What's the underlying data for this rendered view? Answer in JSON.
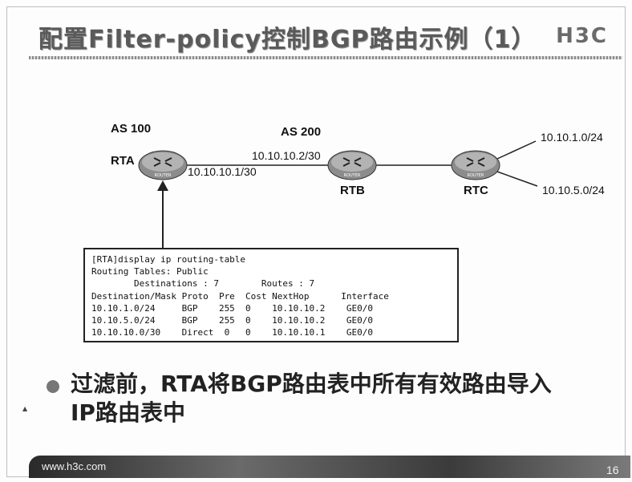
{
  "slide": {
    "title": "配置Filter-policy控制BGP路由示例（1）",
    "logo": "H3C",
    "footer_url": "www.h3c.com",
    "page_number": "16"
  },
  "diagram": {
    "as_left": "AS 100",
    "as_right": "AS 200",
    "routers": [
      {
        "name": "RTA",
        "badge": "ROUTER"
      },
      {
        "name": "RTB",
        "badge": "ROUTER"
      },
      {
        "name": "RTC",
        "badge": "ROUTER"
      }
    ],
    "rta_ip": "10.10.10.1/30",
    "rtb_ip": "10.10.10.2/30",
    "net1": "10.10.1.0/24",
    "net2": "10.10.5.0/24"
  },
  "routing_table": {
    "lines": [
      "[RTA]display ip routing-table",
      "Routing Tables: Public",
      "        Destinations : 7        Routes : 7",
      "Destination/Mask Proto  Pre  Cost NextHop      Interface",
      "10.10.1.0/24     BGP    255  0    10.10.10.2    GE0/0",
      "10.10.5.0/24     BGP    255  0    10.10.10.2    GE0/0",
      "10.10.10.0/30    Direct  0   0    10.10.10.1    GE0/0"
    ]
  },
  "bullet": {
    "line1": "过滤前，RTA将BGP路由表中所有有效路由导入",
    "line2": "IP路由表中"
  }
}
